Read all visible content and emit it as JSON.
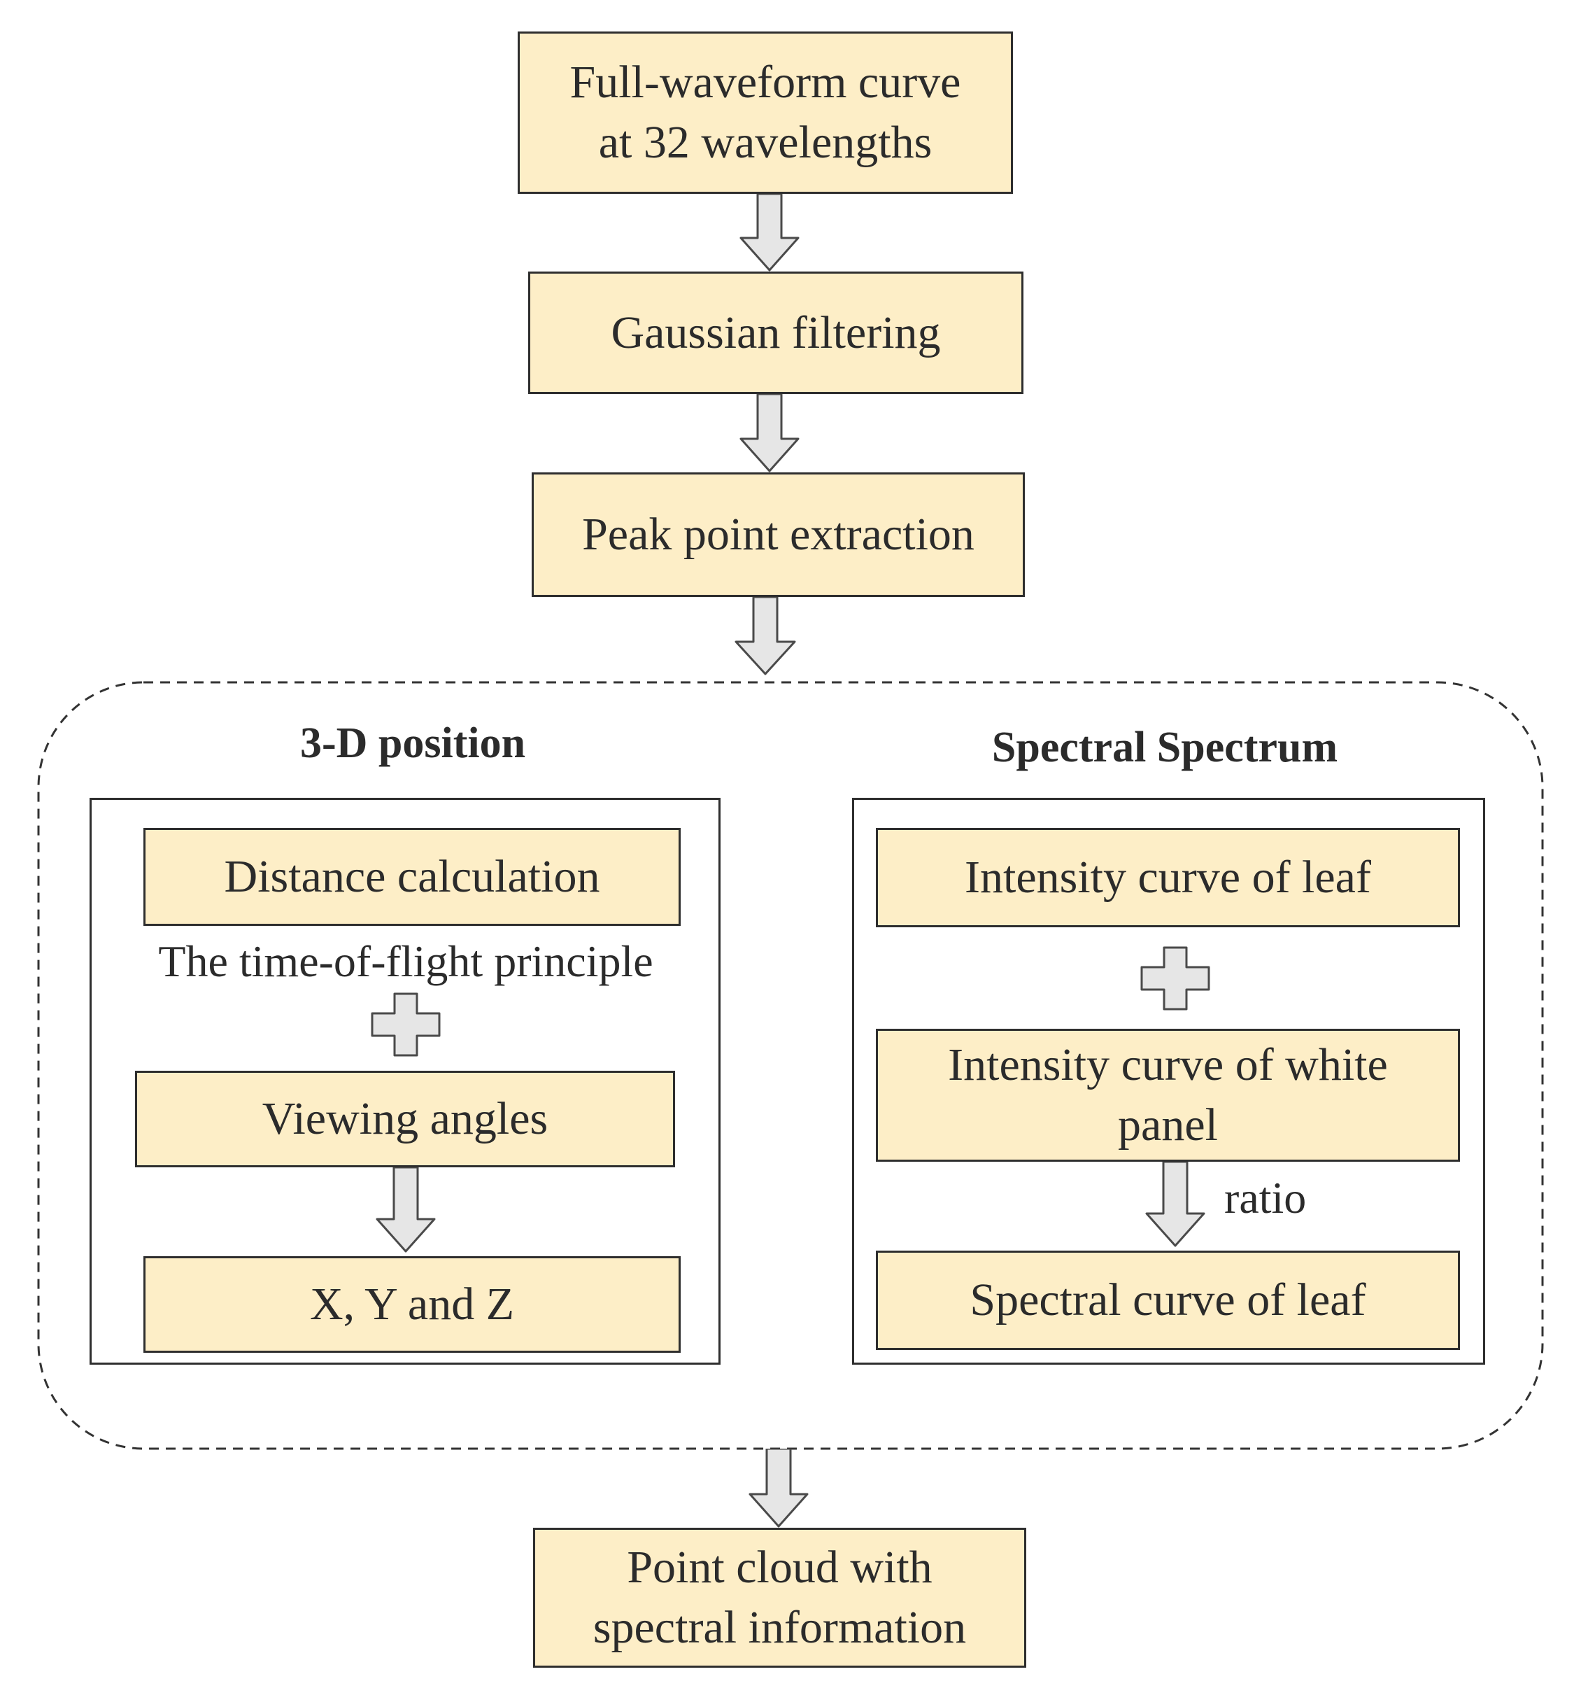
{
  "steps": {
    "waveform": "Full-waveform  curve\nat 32 wavelengths",
    "gaussian": "Gaussian filtering",
    "peak": "Peak point extraction",
    "output": "Point cloud with\nspectral information"
  },
  "position_group": {
    "heading": "3-D position",
    "distance": "Distance calculation",
    "tof_note": "The time-of-flight  principle",
    "viewing": "Viewing  angles",
    "xyz": "X, Y and Z"
  },
  "spectrum_group": {
    "heading": "Spectral Spectrum",
    "leaf_intensity": "Intensity  curve of leaf",
    "panel_intensity": "Intensity  curve of white\npanel",
    "ratio_label": "ratio",
    "spectral_curve": "Spectral curve of leaf"
  },
  "colors": {
    "box_fill": "#fdeec7",
    "arrow_fill": "#e6e6e6",
    "stroke": "#2e2e2e"
  }
}
